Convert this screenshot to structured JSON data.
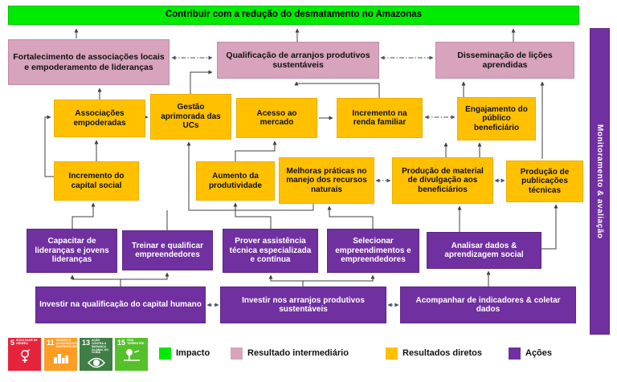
{
  "impact": {
    "label": "Contribuir com a redução do desmatamento no Amazonas"
  },
  "sidebar": {
    "label": "Monitoramento & avaliação"
  },
  "intermediate_results": [
    {
      "label": "Fortalecimento de associações locais e empoderamento de lideranças"
    },
    {
      "label": "Qualificação de arranjos produtivos sustentáveis"
    },
    {
      "label": "Disseminação de lições aprendidas"
    }
  ],
  "direct_results": [
    {
      "label": "Associações empoderadas"
    },
    {
      "label": "Gestão aprimorada das UCs"
    },
    {
      "label": "Acesso ao mercado"
    },
    {
      "label": "Incremento na renda familiar"
    },
    {
      "label": "Engajamento do público beneficiário"
    },
    {
      "label": "Incremento do capital social"
    },
    {
      "label": "Aumento da produtividade"
    },
    {
      "label": "Melhoras práticas no manejo dos recursos naturais"
    },
    {
      "label": "Produção de material de divulgação aos beneficiários"
    },
    {
      "label": "Produção de publicações técnicas"
    }
  ],
  "actions": [
    {
      "label": "Capacitar de lideranças e jovens lideranças"
    },
    {
      "label": "Treinar e qualificar empreendedores"
    },
    {
      "label": "Prover assistência técnica especializada e contínua"
    },
    {
      "label": "Selecionar empreendimentos e empreendedores"
    },
    {
      "label": "Analisar dados & aprendizagem social"
    },
    {
      "label": "Investir na qualificação do capital humano"
    },
    {
      "label": "Investir nos arranjos produtivos sustentáveis"
    },
    {
      "label": "Acompanhar de indicadores & coletar dados"
    }
  ],
  "legend": {
    "items": [
      {
        "label": "Impacto",
        "color": "#00eb00"
      },
      {
        "label": "Resultado intermediário",
        "color": "#d8a3bc"
      },
      {
        "label": "Resultados diretos",
        "color": "#ffc000"
      },
      {
        "label": "Ações",
        "color": "#7030a0"
      }
    ]
  },
  "sdg": {
    "items": [
      {
        "number": "5",
        "title": "Igualdade de Gênero",
        "color": "#e5243b"
      },
      {
        "number": "11",
        "title": "Cidades e Comunidades Sustentáveis",
        "color": "#fd9d24"
      },
      {
        "number": "13",
        "title": "Ação Contra a Mudança Global do Clima",
        "color": "#3f7e44"
      },
      {
        "number": "15",
        "title": "Vida Terrestre",
        "color": "#56c02b"
      }
    ]
  },
  "colors": {
    "impact": "#00eb00",
    "intermediate": "#d8a3bc",
    "direct": "#ffc000",
    "action": "#7030a0",
    "connector": "#3f3f3f",
    "dashdot": "#44546a"
  }
}
